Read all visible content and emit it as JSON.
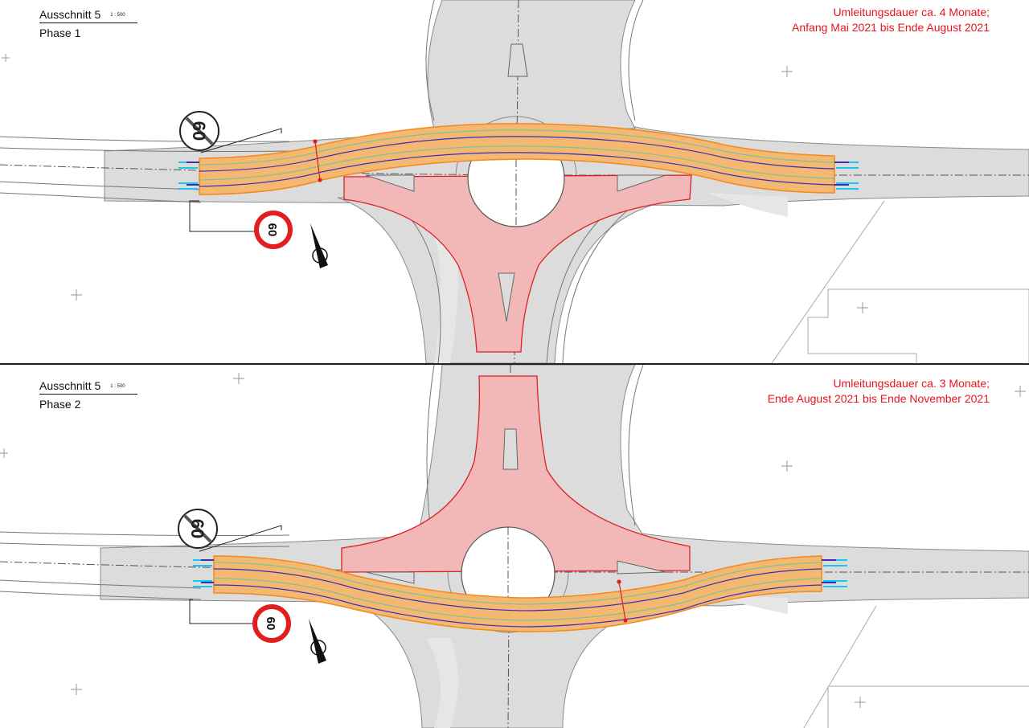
{
  "panels": [
    {
      "section_label": "Ausschnitt 5",
      "scale": "1 : 500",
      "phase_label": "Phase 1",
      "duration_note_line1": "Umleitungsdauer ca. 4 Monate;",
      "duration_note_line2": "Anfang Mai 2021 bis Ende August 2021",
      "closed_area": "south",
      "detour_side": "north",
      "speed_end_sign": "60",
      "speed_limit_sign": "60"
    },
    {
      "section_label": "Ausschnitt 5",
      "scale": "1 : 500",
      "phase_label": "Phase 2",
      "duration_note_line1": "Umleitungsdauer ca. 3 Monate;",
      "duration_note_line2": "Ende August 2021 bis Ende November 2021",
      "closed_area": "north",
      "detour_side": "south",
      "speed_end_sign": "60",
      "speed_limit_sign": "60"
    }
  ],
  "colors": {
    "closure_fill": "#f2b8b8",
    "closure_stroke": "#e02020",
    "detour_fill": "#f5b872",
    "detour_edge": "#f08a1e",
    "lane_green": "#7cc58a",
    "lane_blue": "#3a2fb8",
    "arrow_cyan": "#17c6f0",
    "note_red": "#e8141e",
    "road_gray": "#dcdcdc"
  }
}
